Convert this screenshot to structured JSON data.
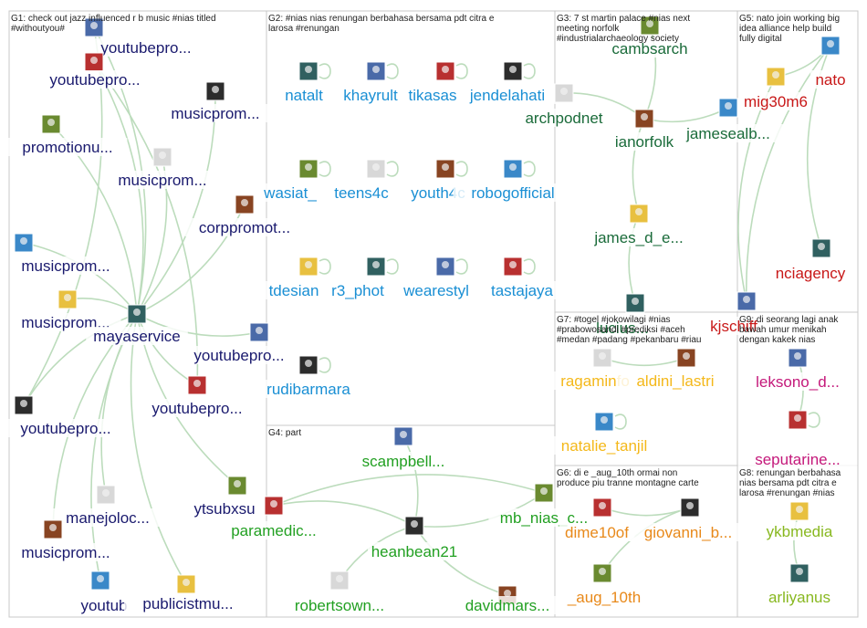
{
  "colors": {
    "G1": "#1a1a6e",
    "G2": "#1a8fd4",
    "G3": "#1a6b3a",
    "G4": "#22a022",
    "G5": "#c81818",
    "G6": "#e8891a",
    "G7": "#f4b81a",
    "G8": "#88b820",
    "G9": "#c4187a",
    "edge": "#bcdcbc"
  },
  "groups": [
    {
      "id": "G1",
      "title": [
        "G1: check out jazz influenced r b music #nias titled",
        "#withoutyou#"
      ]
    },
    {
      "id": "G2",
      "title": [
        "G2: #nias nias renungan berbahasa bersama pdt citra e",
        "larosa #renungan"
      ]
    },
    {
      "id": "G3",
      "title": [
        "G3: 7 st martin palace #nias next",
        "meeting norfolk",
        "#industrialarchaeology society"
      ]
    },
    {
      "id": "G4",
      "title": [
        "G4: part"
      ]
    },
    {
      "id": "G5",
      "title": [
        "G5: nato join working big",
        "idea alliance help build",
        "fully digital"
      ]
    },
    {
      "id": "G6",
      "title": [
        "G6: di e _aug_10th ormai non",
        "produce piu tranne montagne carte"
      ]
    },
    {
      "id": "G7",
      "title": [
        "G7: #togel #jokowilagi #nias",
        "#prabowosandi #prediksi #aceh",
        "#medan #padang #pekanbaru #riau"
      ]
    },
    {
      "id": "G8",
      "title": [
        "G8: renungan berbahasa",
        "nias bersama pdt citra e",
        "larosa #renungan #nias"
      ]
    },
    {
      "id": "G9",
      "title": [
        "G9: di seorang lagi anak",
        "bawah umur menikah",
        "dengan kakek nias"
      ]
    }
  ],
  "nodes": [
    {
      "id": "n1",
      "g": "G1",
      "label": "youtubepro...",
      "icon": "user-avatar-icon"
    },
    {
      "id": "n2",
      "g": "G1",
      "label": "youtubepro...",
      "icon": "user-avatar-icon"
    },
    {
      "id": "n3",
      "g": "G1",
      "label": "musicprom...",
      "icon": "user-avatar-icon"
    },
    {
      "id": "n4",
      "g": "G1",
      "label": "promotionu...",
      "icon": "user-avatar-icon"
    },
    {
      "id": "n5",
      "g": "G1",
      "label": "musicprom...",
      "icon": "user-avatar-icon"
    },
    {
      "id": "n6",
      "g": "G1",
      "label": "corppromot...",
      "icon": "user-avatar-icon"
    },
    {
      "id": "n7",
      "g": "G1",
      "label": "musicprom...",
      "icon": "user-avatar-icon"
    },
    {
      "id": "n8",
      "g": "G1",
      "label": "musicprom...",
      "icon": "user-avatar-icon"
    },
    {
      "id": "n9",
      "g": "G1",
      "label": "mayaservice",
      "icon": "user-avatar-icon"
    },
    {
      "id": "n10",
      "g": "G1",
      "label": "youtubepro...",
      "icon": "user-avatar-icon"
    },
    {
      "id": "n11",
      "g": "G1",
      "label": "youtubepro...",
      "icon": "user-avatar-icon"
    },
    {
      "id": "n12",
      "g": "G1",
      "label": "youtubepro...",
      "icon": "user-avatar-icon"
    },
    {
      "id": "n13",
      "g": "G1",
      "label": "ytsubxsu",
      "icon": "user-avatar-icon"
    },
    {
      "id": "n14",
      "g": "G1",
      "label": "manejoloc...",
      "icon": "user-avatar-icon"
    },
    {
      "id": "n15",
      "g": "G1",
      "label": "musicprom...",
      "icon": "user-avatar-icon"
    },
    {
      "id": "n16",
      "g": "G1",
      "label": "youtub",
      "icon": "user-avatar-icon"
    },
    {
      "id": "n17",
      "g": "G1",
      "label": "publicistmu...",
      "icon": "globe-icon"
    },
    {
      "id": "n18",
      "g": "G2",
      "label": "natalt",
      "icon": "user-avatar-icon"
    },
    {
      "id": "n19",
      "g": "G2",
      "label": "khayrult",
      "icon": "user-avatar-icon"
    },
    {
      "id": "n20",
      "g": "G2",
      "label": "tikasas",
      "icon": "user-avatar-icon"
    },
    {
      "id": "n21",
      "g": "G2",
      "label": "jendelahati",
      "icon": "user-avatar-icon"
    },
    {
      "id": "n22",
      "g": "G2",
      "label": "wasiat_",
      "icon": "user-avatar-icon"
    },
    {
      "id": "n23",
      "g": "G2",
      "label": "teens4c",
      "icon": "user-avatar-icon"
    },
    {
      "id": "n24",
      "g": "G2",
      "label": "youth4c",
      "icon": "user-avatar-icon"
    },
    {
      "id": "n25",
      "g": "G2",
      "label": "robogofficial",
      "icon": "user-avatar-icon"
    },
    {
      "id": "n26",
      "g": "G2",
      "label": "tdesian",
      "icon": "user-avatar-icon"
    },
    {
      "id": "n27",
      "g": "G2",
      "label": "r3_phot",
      "icon": "user-avatar-icon"
    },
    {
      "id": "n28",
      "g": "G2",
      "label": "wearestyl",
      "icon": "user-avatar-icon"
    },
    {
      "id": "n29",
      "g": "G2",
      "label": "tastajaya",
      "icon": "user-avatar-icon"
    },
    {
      "id": "n30",
      "g": "G2",
      "label": "rudibarmara",
      "icon": "user-avatar-icon"
    },
    {
      "id": "n31",
      "g": "G3",
      "label": "cambsarch",
      "icon": "user-avatar-icon"
    },
    {
      "id": "n32",
      "g": "G3",
      "label": "archpodnet",
      "icon": "user-avatar-icon"
    },
    {
      "id": "n33",
      "g": "G3",
      "label": "ianorfolk",
      "icon": "user-avatar-icon"
    },
    {
      "id": "n34",
      "g": "G3",
      "label": "jamesealb...",
      "icon": "user-avatar-icon"
    },
    {
      "id": "n35",
      "g": "G3",
      "label": "james_d_e...",
      "icon": "user-avatar-icon"
    },
    {
      "id": "n36",
      "g": "G3",
      "label": "lucius...",
      "icon": "user-avatar-icon"
    },
    {
      "id": "n37",
      "g": "G4",
      "label": "scampbell...",
      "icon": "user-avatar-icon"
    },
    {
      "id": "n38",
      "g": "G4",
      "label": "paramedic...",
      "icon": "user-avatar-icon"
    },
    {
      "id": "n39",
      "g": "G4",
      "label": "heanbean21",
      "icon": "user-avatar-icon"
    },
    {
      "id": "n40",
      "g": "G4",
      "label": "mb_nias_c...",
      "icon": "user-avatar-icon"
    },
    {
      "id": "n41",
      "g": "G4",
      "label": "robertsown...",
      "icon": "user-avatar-icon"
    },
    {
      "id": "n42",
      "g": "G4",
      "label": "davidmars...",
      "icon": "user-avatar-icon"
    },
    {
      "id": "n43",
      "g": "G5",
      "label": "nato",
      "icon": "nato-logo-icon"
    },
    {
      "id": "n44",
      "g": "G5",
      "label": "mig30m6",
      "icon": "user-avatar-icon"
    },
    {
      "id": "n45",
      "g": "G5",
      "label": "nciagency",
      "icon": "user-avatar-icon"
    },
    {
      "id": "n46",
      "g": "G5",
      "label": "kjschiff",
      "icon": "user-avatar-icon"
    },
    {
      "id": "n47",
      "g": "G6",
      "label": "dime10of",
      "icon": "user-avatar-icon"
    },
    {
      "id": "n48",
      "g": "G6",
      "label": "giovanni_b...",
      "icon": "user-avatar-icon"
    },
    {
      "id": "n49",
      "g": "G6",
      "label": "_aug_10th",
      "icon": "user-avatar-icon"
    },
    {
      "id": "n50",
      "g": "G7",
      "label": "ragaminfo",
      "icon": "user-avatar-icon"
    },
    {
      "id": "n51",
      "g": "G7",
      "label": "aldini_lastri",
      "icon": "user-avatar-icon"
    },
    {
      "id": "n52",
      "g": "G7",
      "label": "natalie_tanjil",
      "icon": "user-avatar-icon"
    },
    {
      "id": "n53",
      "g": "G8",
      "label": "ykbmedia",
      "icon": "user-avatar-icon"
    },
    {
      "id": "n54",
      "g": "G8",
      "label": "arliyanus",
      "icon": "user-avatar-icon"
    },
    {
      "id": "n55",
      "g": "G9",
      "label": "leksono_d...",
      "icon": "user-avatar-icon"
    },
    {
      "id": "n56",
      "g": "G9",
      "label": "seputarine...",
      "icon": "user-avatar-icon"
    }
  ],
  "edges": [
    [
      "n9",
      "n1"
    ],
    [
      "n9",
      "n2"
    ],
    [
      "n9",
      "n3"
    ],
    [
      "n9",
      "n4"
    ],
    [
      "n9",
      "n5"
    ],
    [
      "n9",
      "n6"
    ],
    [
      "n9",
      "n7"
    ],
    [
      "n9",
      "n8"
    ],
    [
      "n9",
      "n10"
    ],
    [
      "n9",
      "n11"
    ],
    [
      "n9",
      "n12"
    ],
    [
      "n9",
      "n13"
    ],
    [
      "n9",
      "n14"
    ],
    [
      "n9",
      "n15"
    ],
    [
      "n9",
      "n16"
    ],
    [
      "n9",
      "n17"
    ],
    [
      "n12",
      "n1"
    ],
    [
      "n11",
      "n2"
    ],
    [
      "n18",
      "n18"
    ],
    [
      "n19",
      "n19"
    ],
    [
      "n20",
      "n20"
    ],
    [
      "n21",
      "n21"
    ],
    [
      "n22",
      "n22"
    ],
    [
      "n23",
      "n23"
    ],
    [
      "n24",
      "n24"
    ],
    [
      "n25",
      "n25"
    ],
    [
      "n26",
      "n26"
    ],
    [
      "n27",
      "n27"
    ],
    [
      "n28",
      "n28"
    ],
    [
      "n29",
      "n29"
    ],
    [
      "n30",
      "n30"
    ],
    [
      "n33",
      "n32"
    ],
    [
      "n33",
      "n31"
    ],
    [
      "n33",
      "n34"
    ],
    [
      "n33",
      "n35"
    ],
    [
      "n35",
      "n36"
    ],
    [
      "n39",
      "n37"
    ],
    [
      "n39",
      "n38"
    ],
    [
      "n39",
      "n40"
    ],
    [
      "n39",
      "n41"
    ],
    [
      "n39",
      "n42"
    ],
    [
      "n40",
      "n38"
    ],
    [
      "n44",
      "n43"
    ],
    [
      "n43",
      "n45"
    ],
    [
      "n44",
      "n46"
    ],
    [
      "n43",
      "n46"
    ],
    [
      "n47",
      "n48"
    ],
    [
      "n48",
      "n49"
    ],
    [
      "n50",
      "n51"
    ],
    [
      "n52",
      "n52"
    ],
    [
      "n53",
      "n54"
    ],
    [
      "n56",
      "n55"
    ],
    [
      "n56",
      "n56"
    ]
  ]
}
